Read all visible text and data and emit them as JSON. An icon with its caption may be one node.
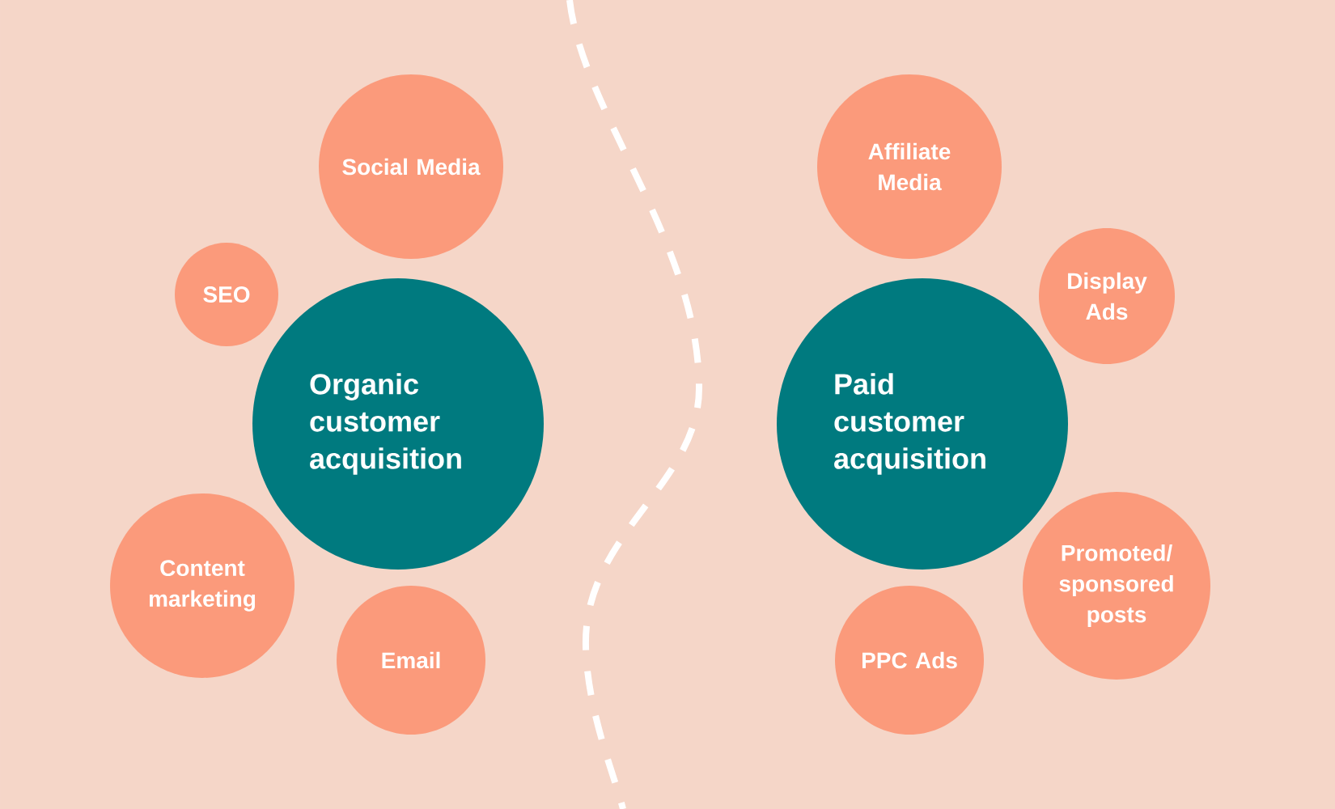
{
  "diagram": {
    "nodes": [
      {
        "text": [
          "Organic customer acquisition"
        ]
      },
      {
        "text": [
          "Social Media"
        ]
      },
      {
        "text": [
          "SEO"
        ]
      },
      {
        "text": [
          "Content marketing"
        ]
      },
      {
        "text": [
          "Email"
        ]
      },
      {
        "text": [
          "Paid customer acquisition"
        ]
      },
      {
        "text": [
          "Affiliate Media"
        ]
      },
      {
        "text": [
          "Display Ads"
        ]
      },
      {
        "text": [
          "Promoted/ sponsored posts"
        ]
      },
      {
        "text": [
          "PPC Ads"
        ]
      }
    ],
    "edges": []
  }
}
